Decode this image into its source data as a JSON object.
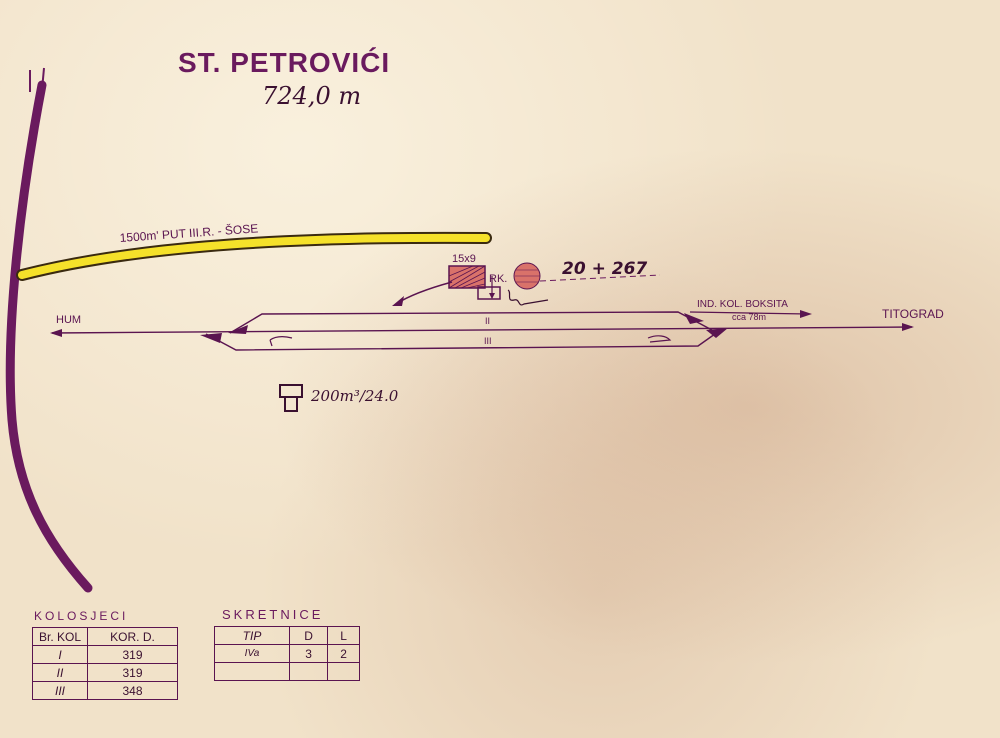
{
  "station": {
    "name": "ST. PETROVIĆI",
    "elevation": "724,0 m"
  },
  "road": {
    "label": "1500m' PUT III.R. - ŠOSE"
  },
  "building": {
    "size_label": "15x9"
  },
  "post_label": "RK.",
  "chainage": "20 + 267",
  "directions": {
    "left": "HUM",
    "right": "TITOGRAD"
  },
  "track_numbers": {
    "upper": "II",
    "lower": "III"
  },
  "industrial_track": {
    "label": "IND. KOL. BOKSITA",
    "length": "cca 78m"
  },
  "water_tank": {
    "label": "200m³/24.0"
  },
  "colors": {
    "ink": "#6a1a5e",
    "road": "#f5e12a",
    "paper": "#f1e2c9"
  },
  "tracks_table": {
    "title": "KOLOSJECI",
    "headers": [
      "Br. KOL",
      "KOR. D."
    ],
    "rows": [
      [
        "I",
        "319"
      ],
      [
        "II",
        "319"
      ],
      [
        "III",
        "348"
      ]
    ]
  },
  "switches_table": {
    "title": "SKRETNICE",
    "headers": [
      "TIP",
      "D",
      "L"
    ],
    "rows": [
      [
        "IVa",
        "3",
        "2"
      ]
    ]
  }
}
